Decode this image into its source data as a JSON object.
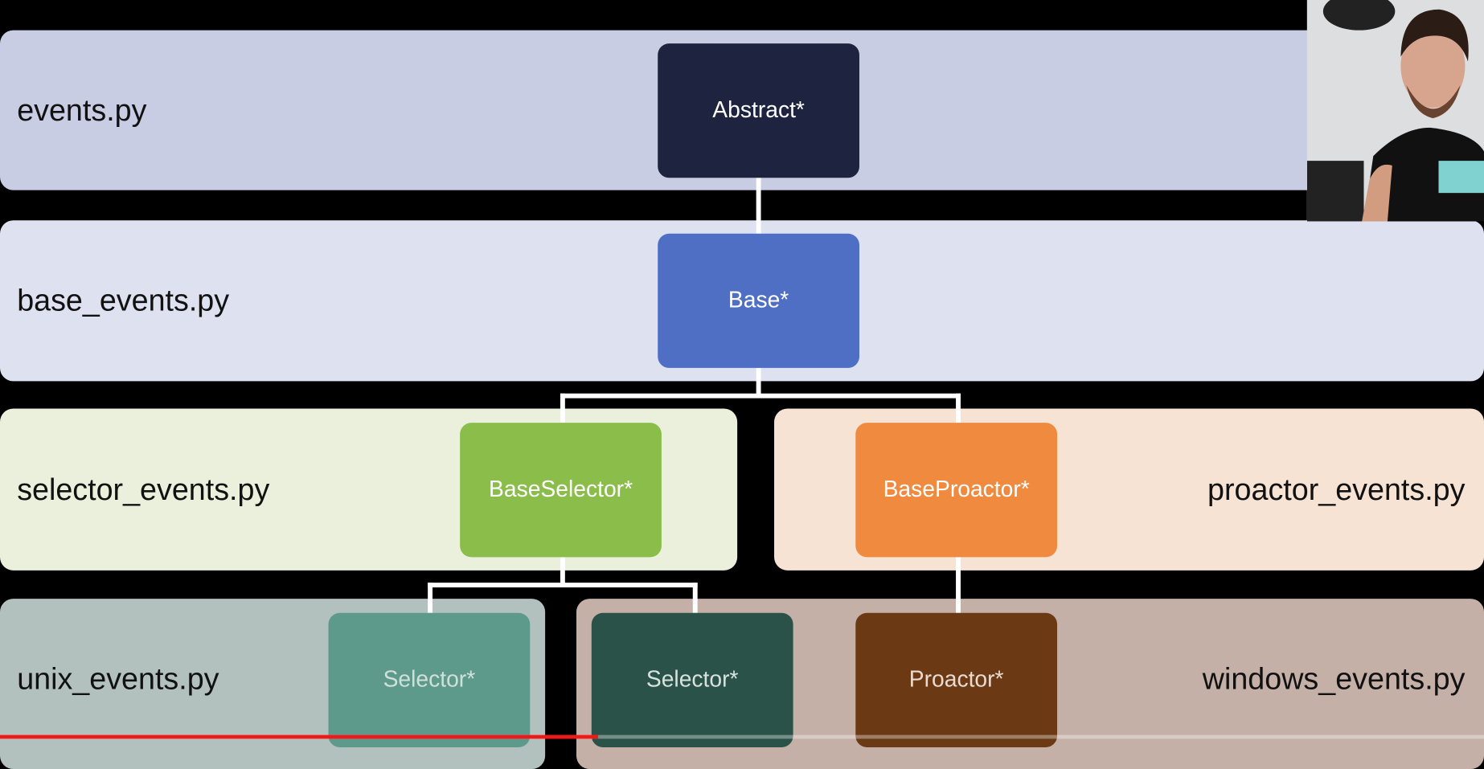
{
  "rows": {
    "events": "events.py",
    "base_events": "base_events.py",
    "selector_events": "selector_events.py",
    "proactor_events": "proactor_events.py",
    "unix_events": "unix_events.py",
    "windows_events": "windows_events.py"
  },
  "nodes": {
    "abstract": "Abstract*",
    "base": "Base*",
    "base_selector": "BaseSelector*",
    "base_proactor": "BaseProactor*",
    "unix_selector": "Selector*",
    "windows_selector": "Selector*",
    "proactor": "Proactor*"
  },
  "colors": {
    "abstract": "#1e2440",
    "base": "#4e6fc4",
    "base_selector": "#8bbd4a",
    "base_proactor": "#ef8a3e",
    "unix_selector": "#5e9a8b",
    "windows_selector": "#2a5248",
    "proactor": "#6b3a14"
  },
  "video": {
    "progress_percent": 40.3
  }
}
